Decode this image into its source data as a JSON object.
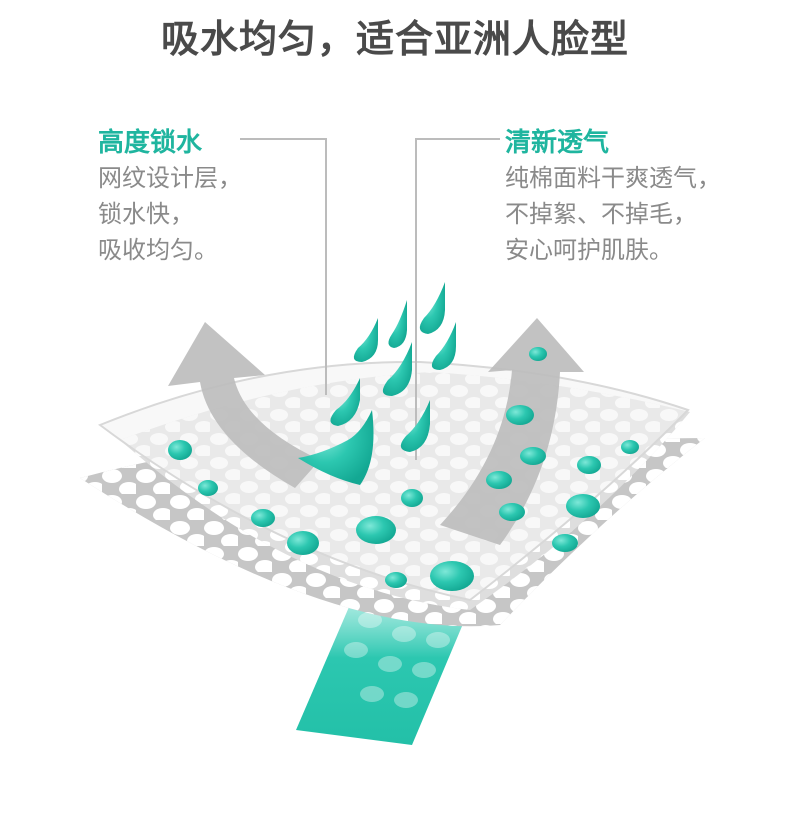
{
  "title": "吸水均匀，适合亚洲人脸型",
  "features": [
    {
      "heading": "高度锁水",
      "lines": [
        "网纹设计层，",
        "锁水快，",
        "吸收均匀。"
      ]
    },
    {
      "heading": "清新透气",
      "lines": [
        "纯棉面料干爽透气，",
        "不掉絮、不掉毛，",
        "安心呵护肌肤。"
      ]
    }
  ],
  "colors": {
    "accent": "#1fb59f",
    "title": "#4a4a4a",
    "body_text": "#8a8a8a",
    "droplet": "#2cc7b0",
    "layer_gray": "#c8c8c8",
    "layer_light": "#e6e6e6"
  }
}
